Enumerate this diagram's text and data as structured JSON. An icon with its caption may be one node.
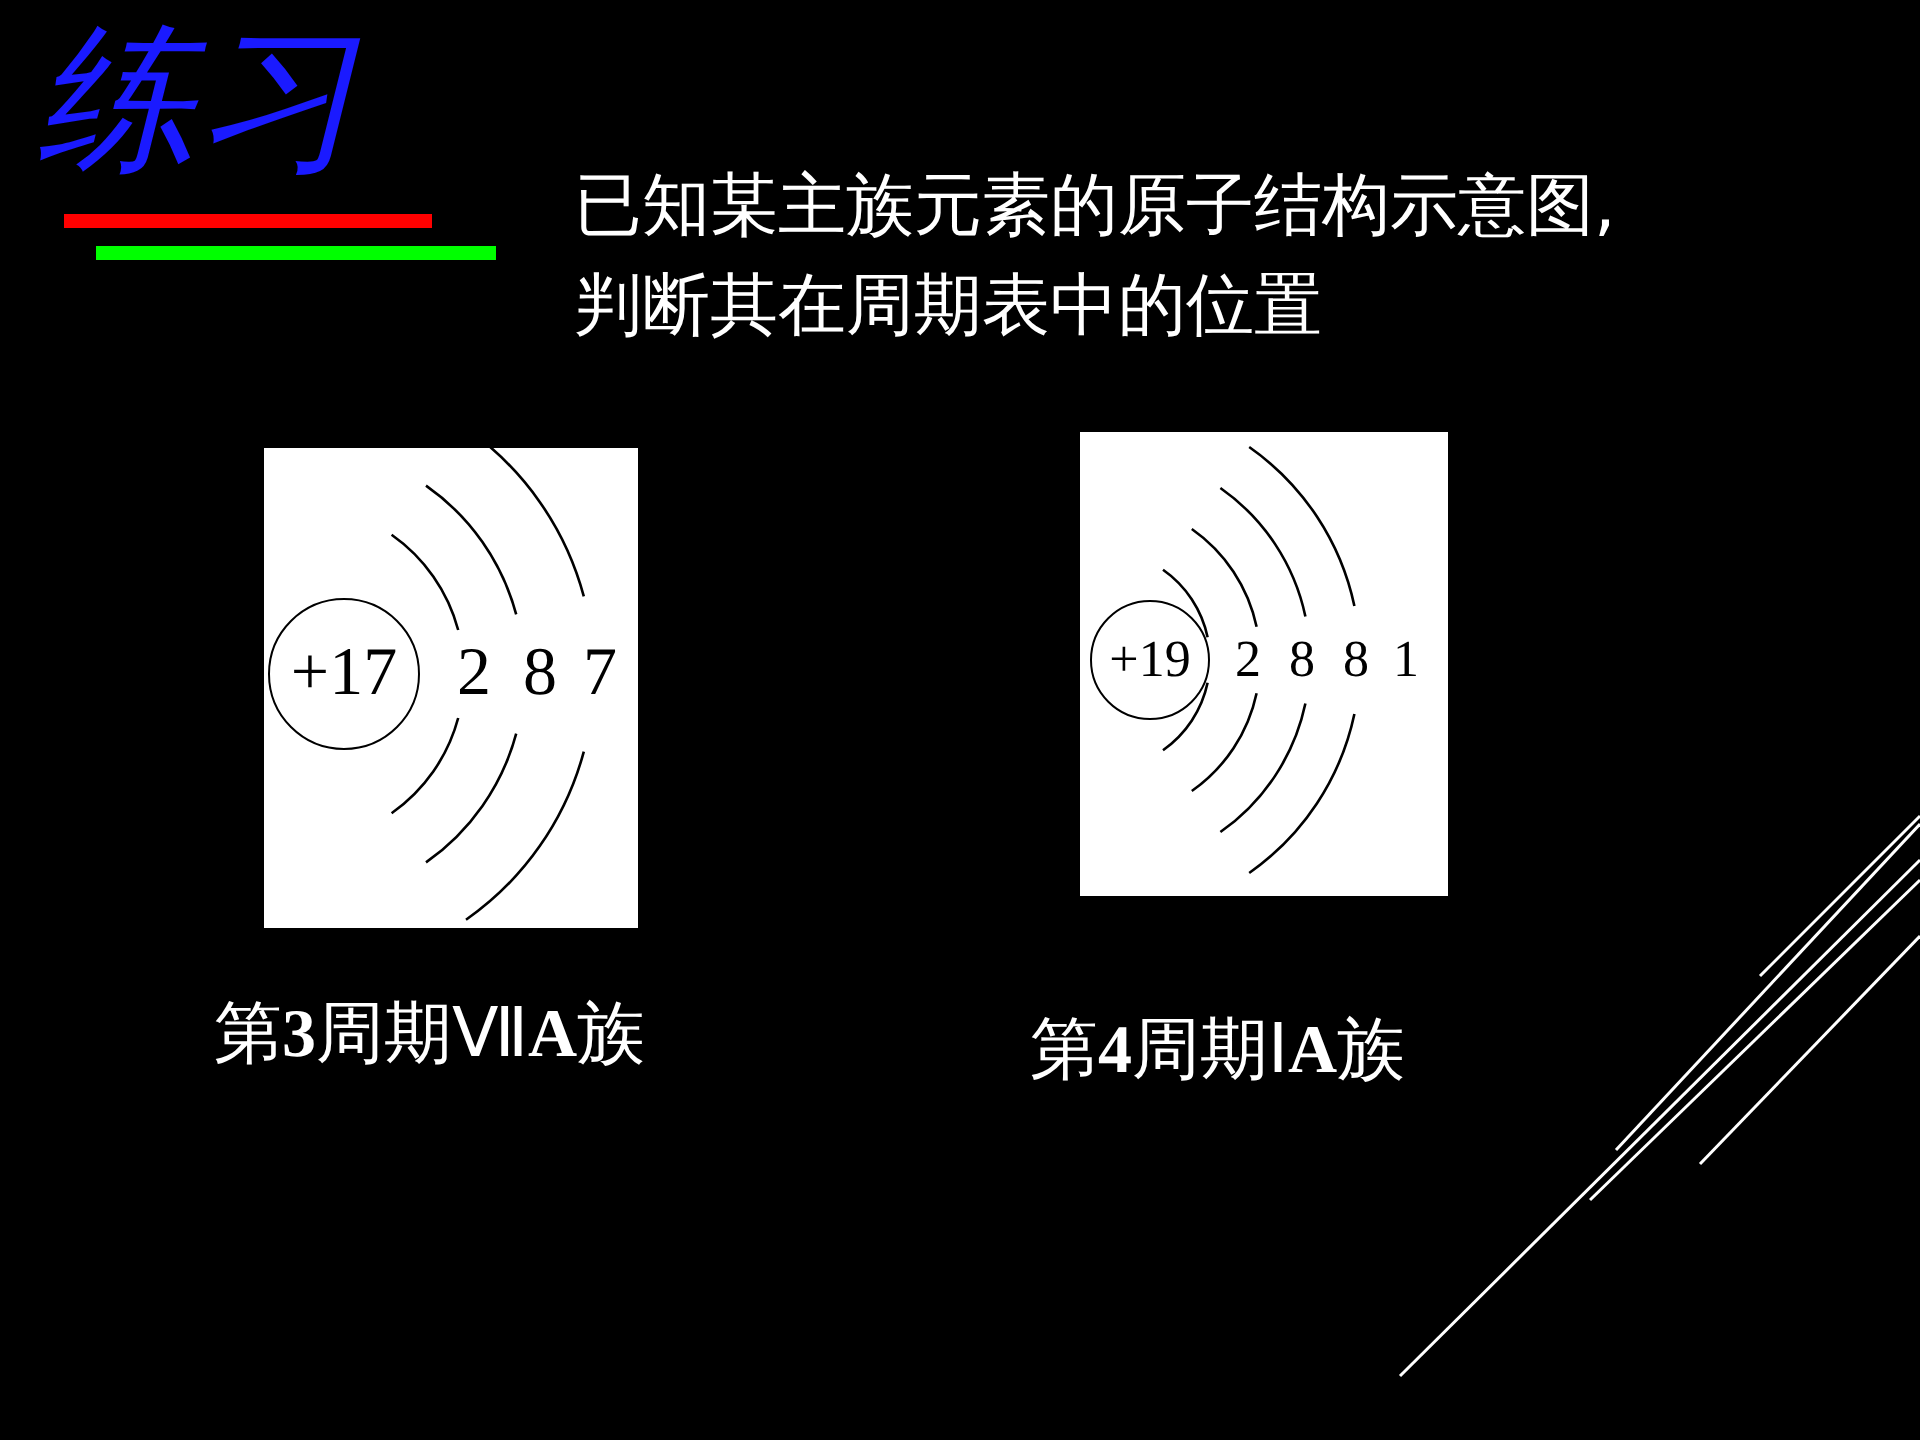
{
  "diagram": {
    "title": "练习",
    "nodes": [
      {
        "text": [
          "+17"
        ]
      },
      {
        "text": [
          "+19"
        ]
      }
    ],
    "labels": [
      "已知某主族元素的原子结构示意图,判断其在周期表中的位置",
      "2",
      "8",
      "7",
      "2",
      "8",
      "8",
      "1",
      "第**3**周期Ⅶ**A**族",
      "第**4**周期Ⅰ**A**族"
    ]
  }
}
